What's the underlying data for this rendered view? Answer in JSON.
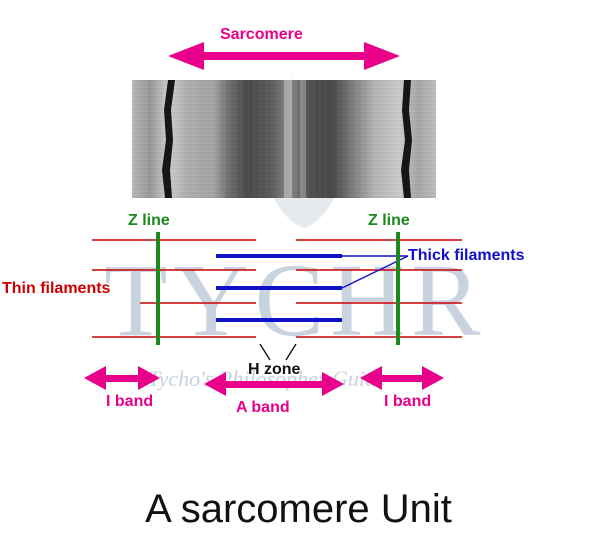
{
  "watermark": {
    "brand": "TYCHR",
    "tagline": "Tycho's Philosopher Guide"
  },
  "labels": {
    "sarcomere": "Sarcomere",
    "z_line_left": "Z line",
    "z_line_right": "Z line",
    "thin_filaments": "Thin filaments",
    "thick_filaments": "Thick filaments",
    "h_zone": "H zone",
    "i_band_left": "I band",
    "a_band": "A band",
    "i_band_right": "I band"
  },
  "caption": "A sarcomere Unit",
  "colors": {
    "arrow": "#e8008a",
    "z_line": "#1a8a1a",
    "thin_filament": "#cc0000",
    "thick_filament": "#1010cc",
    "watermark": "#c9d3df"
  }
}
